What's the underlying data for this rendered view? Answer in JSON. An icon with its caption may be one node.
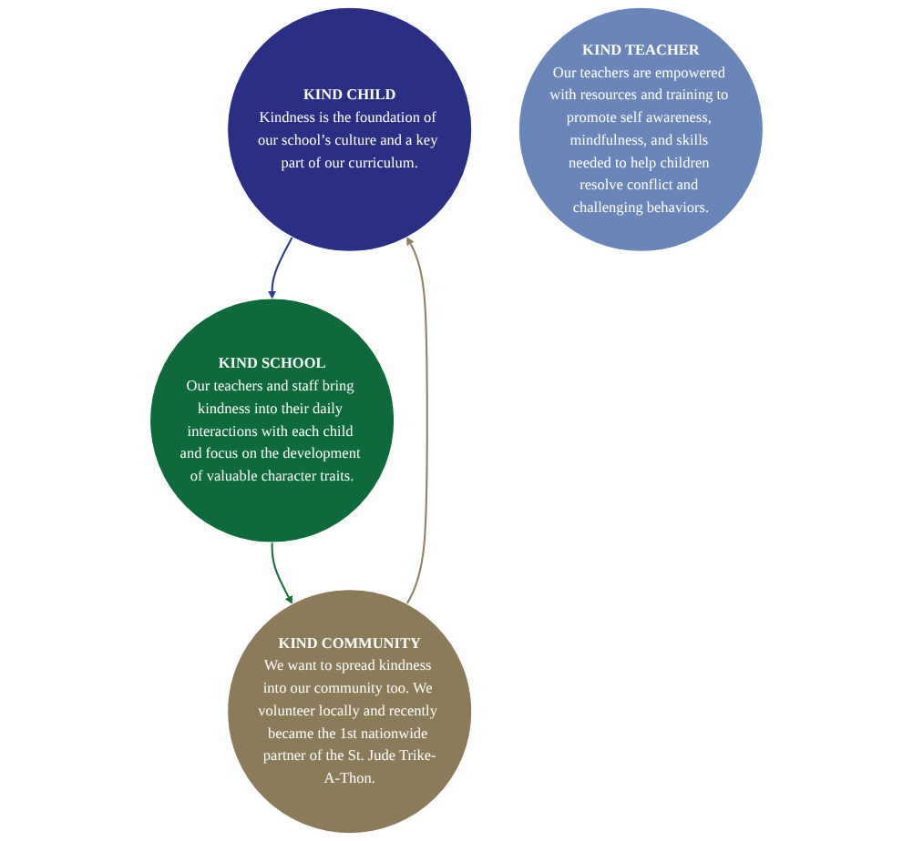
{
  "diagram": {
    "nodes": [
      {
        "text": [
          "KIND CHILD",
          "Kindness is the foundation of our school’s culture and a key part of our curriculum."
        ]
      },
      {
        "text": [
          "KIND TEACHER",
          "Our teachers are empowered with resources and training to promote self awareness, mindfulness, and skills needed to help children resolve conflict and challenging behaviors."
        ]
      },
      {
        "text": [
          "KIND COMMUNITY",
          "We want to spread kindness into our community too. We volunteer locally and recently became the 1st nationwide partner of the St. Jude Trike-A-Thon."
        ]
      },
      {
        "text": [
          "KIND SCHOOL",
          "Our teachers and staff bring kindness into their daily interactions with each child and focus on the development of valuable character traits."
        ]
      }
    ],
    "edges": [
      {
        "from": 0,
        "to": 3,
        "arrow": "to",
        "color": "#2e3a8c"
      },
      {
        "from": 3,
        "to": 2,
        "arrow": "to",
        "color": "#1b6e3e"
      },
      {
        "from": 2,
        "to": 0,
        "arrow": "to",
        "color": "#8f8060"
      }
    ]
  }
}
